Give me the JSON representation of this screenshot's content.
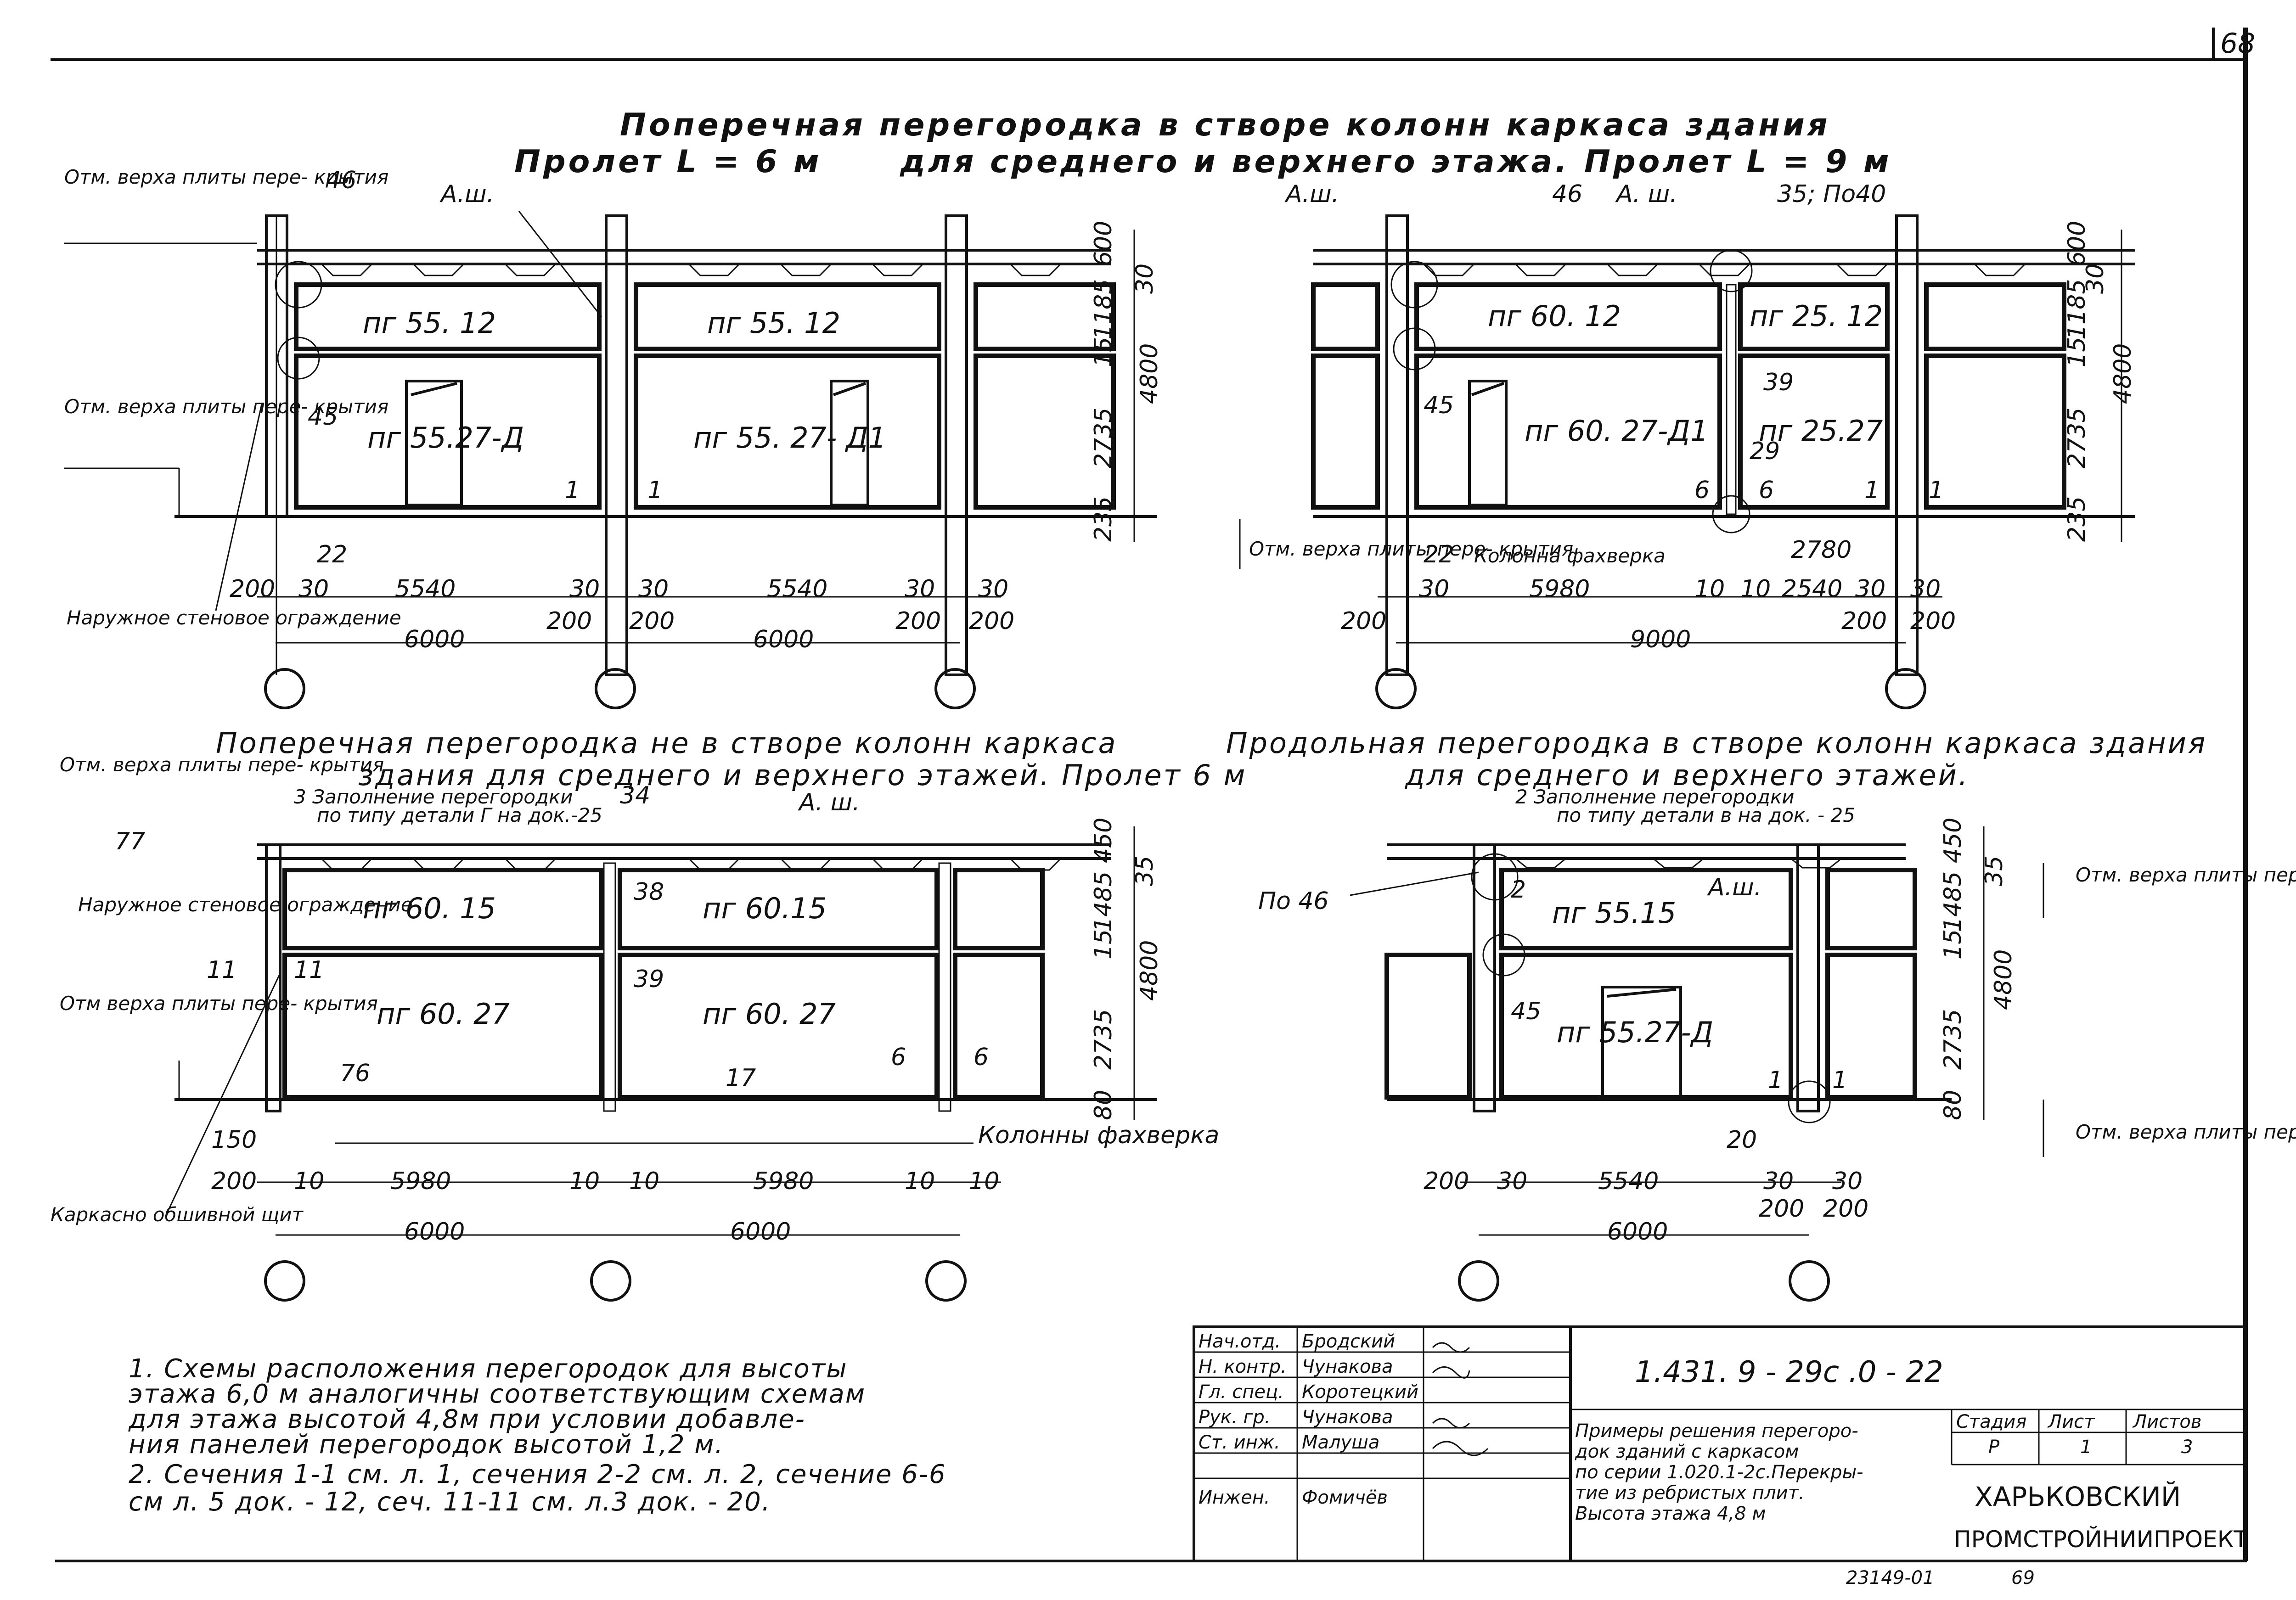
{
  "page_number": "68",
  "sheet": {
    "drawing_code": "1.431. 9 - 29с .0 - 22",
    "description": [
      "Примеры решения перегоро-",
      "док зданий с каркасом",
      "по серии 1.020.1-2с.Перекры-",
      "тие из ребристых плит.",
      "Высота этажа 4,8 м"
    ],
    "stage_header": "Стадия",
    "sheet_header": "Лист",
    "sheets_header": "Листов",
    "stage": "Р",
    "sheet_no": "1",
    "sheets_total": "3",
    "org_line1": "ХАРЬКОВСКИЙ",
    "org_line2": "ПРОМСТРОЙНИИПРОЕКТ",
    "signatures": [
      {
        "role": "Нач.отд.",
        "name": "Бродский"
      },
      {
        "role": "Н. контр.",
        "name": "Чунакова"
      },
      {
        "role": "Гл. спец.",
        "name": "Коротецкий"
      },
      {
        "role": "Рук. гр.",
        "name": "Чунакова"
      },
      {
        "role": "Ст. инж.",
        "name": "Малуша"
      },
      {
        "role": "Инжен.",
        "name": "Фомичёв"
      }
    ],
    "archive_no": "23149-01",
    "archive_page": "69"
  },
  "top_title_1": "Поперечная перегородка в створе колонн каркаса здания",
  "top_title_2a": "Пролет L = 6 м",
  "top_title_2b": "для среднего и верхнего этажа.",
  "top_title_2c": "Пролет L = 9 м",
  "d1": {
    "level_top": "Отм. верха плиты пере- крытия",
    "level_mid": "Отм. верха плиты пере- крытия",
    "wall_label": "Наружное стеновое ограждение",
    "a_sh": "А.ш.",
    "node46": "46",
    "node45": "45",
    "node22": "22",
    "panels": [
      "пг 55. 12",
      "пг 55. 12",
      "пг 55.27-Д",
      "пг 55. 27- Д1"
    ],
    "sec": [
      "1",
      "1"
    ],
    "dims_v": [
      "600",
      "30",
      "1185",
      "15",
      "4800",
      "2735",
      "235"
    ],
    "dims_h": [
      "200",
      "30",
      "5540",
      "30",
      "30",
      "5540",
      "30",
      "30",
      "200",
      "200",
      "200",
      "200",
      "6000",
      "6000"
    ]
  },
  "d2": {
    "level": "Отм. верха плиты пере- крытия",
    "a_sh1": "А.ш.",
    "a_sh2": "А. ш.",
    "node46": "46",
    "node35": "35; По40",
    "node45": "45",
    "node39": "39",
    "node29": "29",
    "node22": "22",
    "column": "Колонна фахверка",
    "panels": [
      "пг 60. 12",
      "пг 25. 12",
      "пг 60. 27-Д1",
      "пг 25.27"
    ],
    "sec": [
      "6",
      "6",
      "1",
      "1"
    ],
    "dims_v": [
      "600",
      "30",
      "1185",
      "15",
      "4800",
      "2735",
      "235"
    ],
    "dims_h": [
      "200",
      "30",
      "5980",
      "10",
      "10",
      "2540",
      "30",
      "30",
      "200",
      "200",
      "2780",
      "9000"
    ]
  },
  "d3": {
    "title_1": "Поперечная перегородка не в створе колонн каркаса",
    "title_2": "здания для среднего и верхнего этажей. Пролет 6 м",
    "fill_label": "3 Заполнение перегородки",
    "fill_sub": "по типу детали Г на док.-25",
    "level_top": "Отм. верха плиты пере- крытия",
    "level_mid": "Отм верха плиты пере- крытия",
    "wall_label": "Наружное стеновое ограждение",
    "shield": "Каркасно обшивной щит",
    "columns": "Колонны фахверка",
    "a_sh": "А. ш.",
    "node34": "34",
    "node38": "38",
    "node39": "39",
    "node77": "77",
    "node76": "76",
    "node17": "17",
    "node150": "150",
    "panels": [
      "пг 60. 15",
      "пг 60.15",
      "пг 60. 27",
      "пг 60. 27"
    ],
    "sec": [
      "11",
      "11",
      "6",
      "6"
    ],
    "dims_v": [
      "450",
      "35",
      "1485",
      "15",
      "4800",
      "2735",
      "80"
    ],
    "dims_h": [
      "200",
      "10",
      "5980",
      "10",
      "10",
      "5980",
      "10",
      "10",
      "6000",
      "6000"
    ]
  },
  "d4": {
    "title_1": "Продольная перегородка в створе колонн каркаса здания",
    "title_2": "для среднего и верхнего этажей.",
    "fill_label": "2 Заполнение перегородки",
    "fill_sub": "по типу детали в на док. - 25",
    "level_top": "Отм. верха плиты пере- крытия",
    "level_bot": "Отм. верха плиты пере- крытия",
    "po46": "По 46",
    "a_sh": "А.ш.",
    "node45": "45",
    "node20": "20",
    "sec2": "2",
    "panels": [
      "пг 55.15",
      "пг 55.27-Д"
    ],
    "sec": [
      "1",
      "1"
    ],
    "dims_v": [
      "450",
      "35",
      "1485",
      "15",
      "4800",
      "2735",
      "80"
    ],
    "dims_h": [
      "200",
      "30",
      "5540",
      "30",
      "30",
      "200",
      "200",
      "6000"
    ]
  },
  "notes": [
    "1. Схемы расположения перегородок для высоты",
    "этажа 6,0 м аналогичны соответствующим схемам",
    "для этажа высотой 4,8м при условии добавле-",
    "ния панелей перегородок высотой 1,2 м.",
    "2. Сечения 1-1 см. л. 1, сечения 2-2 см. л. 2, сечение 6-6",
    "см л. 5 док. - 12, сеч. 11-11 см. л.3 док. - 20."
  ]
}
